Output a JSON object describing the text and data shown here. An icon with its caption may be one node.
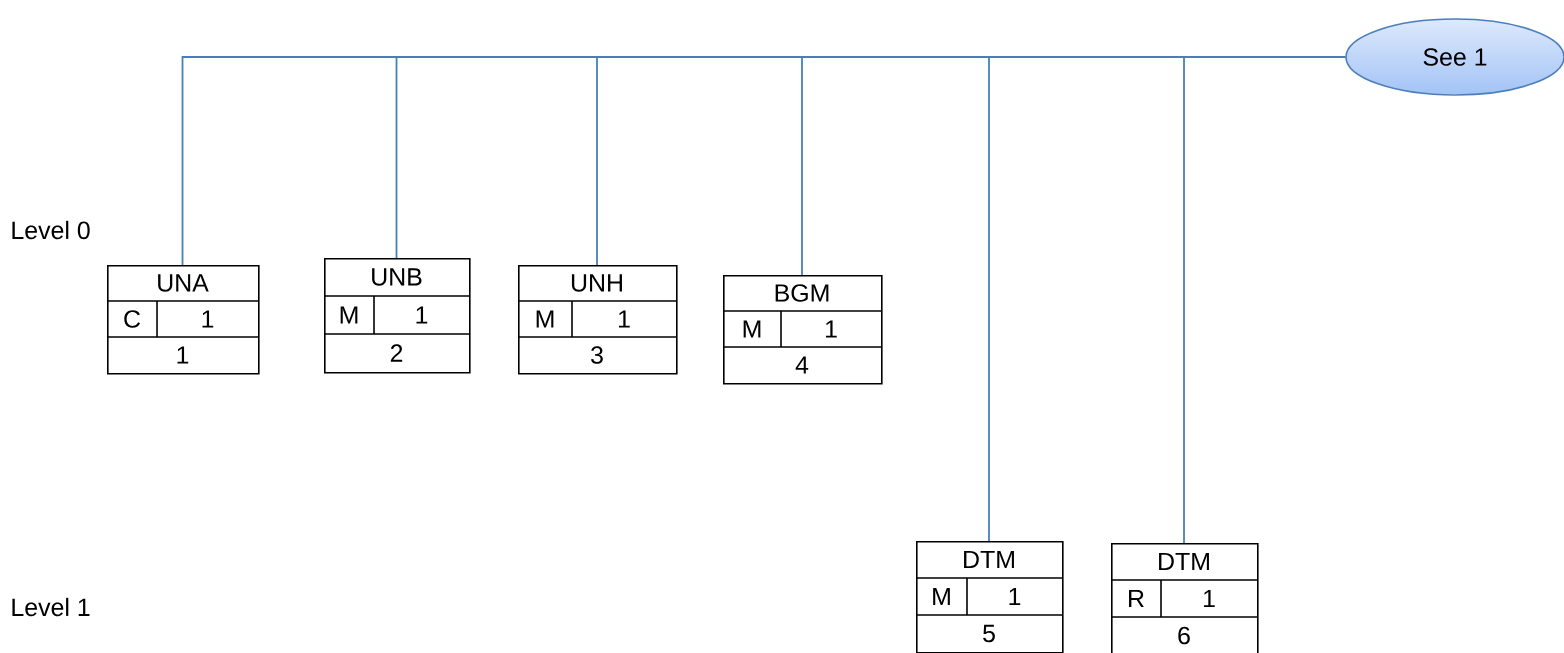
{
  "diagram": {
    "nodes": [
      {
        "text": [
          "See 1"
        ]
      },
      {
        "text": [
          "UNA",
          "C",
          "1",
          "1"
        ]
      },
      {
        "text": [
          "UNB",
          "M",
          "1",
          "2"
        ]
      },
      {
        "text": [
          "UNH",
          "M",
          "1",
          "3"
        ]
      },
      {
        "text": [
          "BGM",
          "M",
          "1",
          "4"
        ]
      },
      {
        "text": [
          "DTM",
          "M",
          "1",
          "5"
        ]
      },
      {
        "text": [
          "DTM",
          "R",
          "1",
          "6"
        ]
      }
    ],
    "edges": [
      {
        "from": 0,
        "to": 1,
        "arrow": "none"
      },
      {
        "from": 0,
        "to": 2,
        "arrow": "none"
      },
      {
        "from": 0,
        "to": 3,
        "arrow": "none"
      },
      {
        "from": 0,
        "to": 4,
        "arrow": "none"
      },
      {
        "from": 0,
        "to": 5,
        "arrow": "none"
      },
      {
        "from": 0,
        "to": 6,
        "arrow": "none"
      }
    ],
    "labels": [
      "Level 0",
      "Level 1"
    ]
  }
}
